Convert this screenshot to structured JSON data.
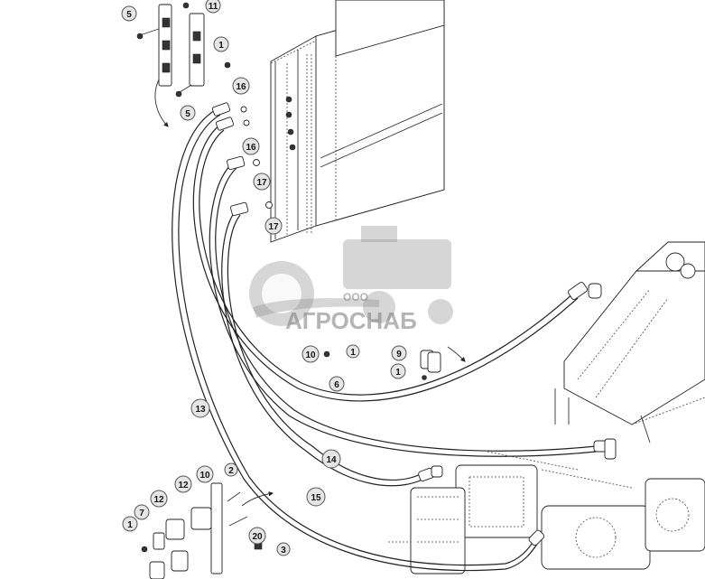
{
  "diagram": {
    "callouts": [
      {
        "id": "c5a",
        "label": "5"
      },
      {
        "id": "c11",
        "label": "11"
      },
      {
        "id": "c1a",
        "label": "1"
      },
      {
        "id": "c5b",
        "label": "5"
      },
      {
        "id": "c16a",
        "label": "16"
      },
      {
        "id": "c16b",
        "label": "16"
      },
      {
        "id": "c17a",
        "label": "17"
      },
      {
        "id": "c17b",
        "label": "17"
      },
      {
        "id": "c10a",
        "label": "10"
      },
      {
        "id": "c1b",
        "label": "1"
      },
      {
        "id": "c9",
        "label": "9"
      },
      {
        "id": "c1c",
        "label": "1"
      },
      {
        "id": "c6",
        "label": "6"
      },
      {
        "id": "c13",
        "label": "13"
      },
      {
        "id": "c14",
        "label": "14"
      },
      {
        "id": "c15",
        "label": "15"
      },
      {
        "id": "c10b",
        "label": "10"
      },
      {
        "id": "c2",
        "label": "2"
      },
      {
        "id": "c12a",
        "label": "12"
      },
      {
        "id": "c12b",
        "label": "12"
      },
      {
        "id": "c7",
        "label": "7"
      },
      {
        "id": "c1d",
        "label": "1"
      },
      {
        "id": "c20",
        "label": "20"
      },
      {
        "id": "c3",
        "label": "3"
      }
    ]
  },
  "watermark": {
    "brand_prefix": "ООО",
    "brand_name": "АГРОСНАБ",
    "icon": "gear-harvester-logo-icon"
  },
  "colors": {
    "line": "#222222",
    "callout_fill": "#e6e6e6",
    "watermark": "#7a7a7a"
  }
}
